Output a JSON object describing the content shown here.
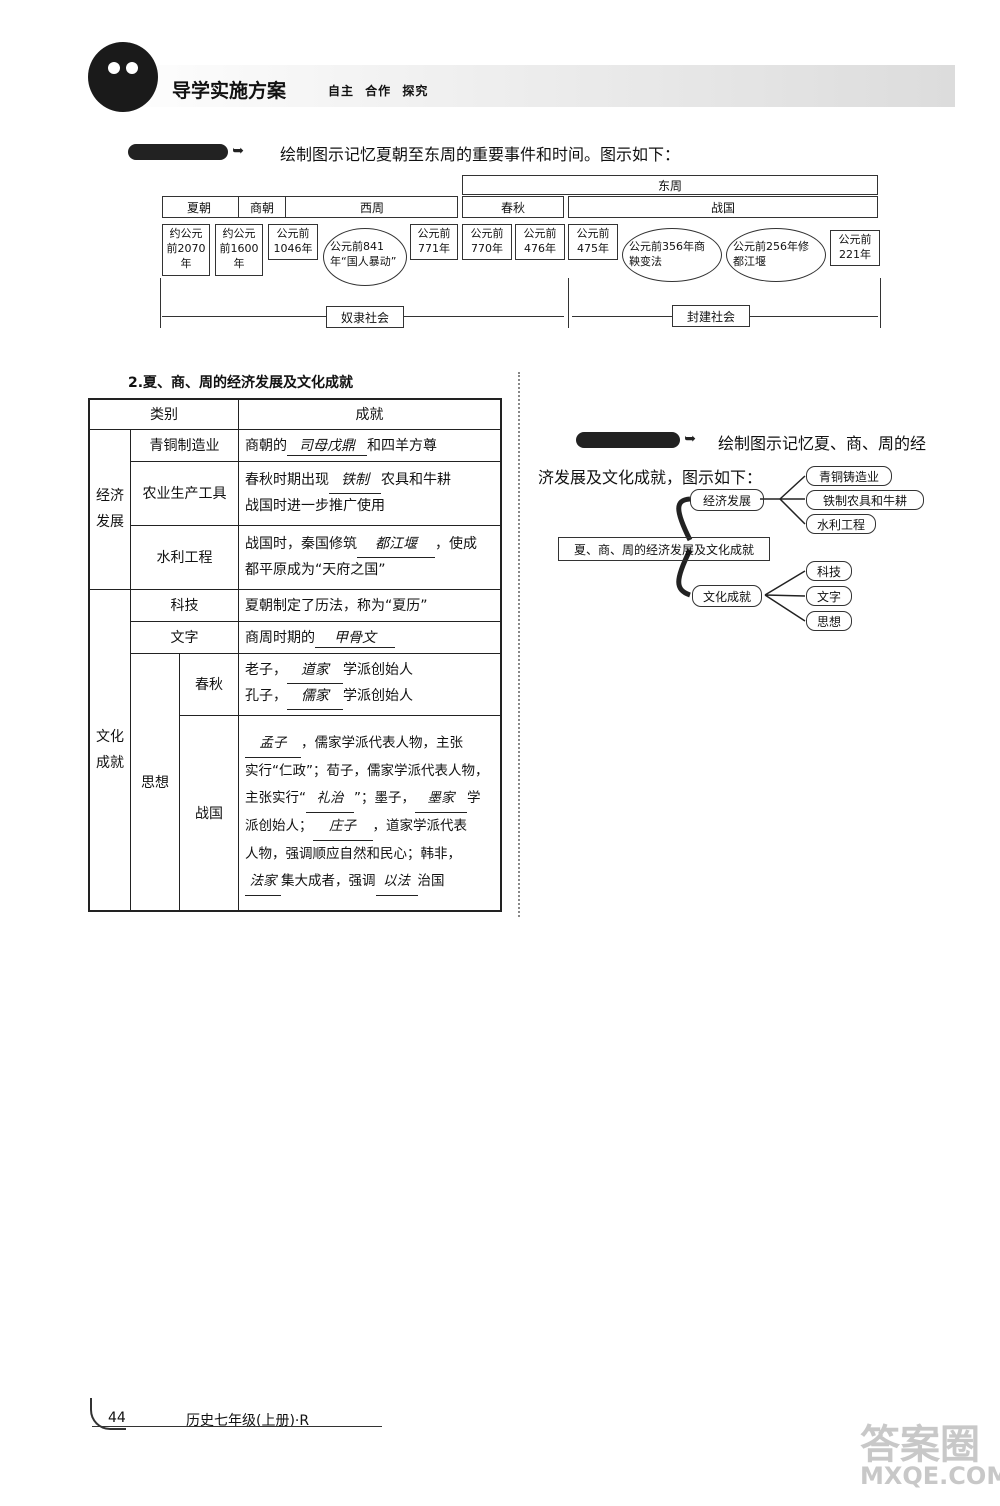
{
  "header": {
    "title": "导学实施方案",
    "subtitle": "自主 合作 探究"
  },
  "section1": {
    "intro": "绘制图示记忆夏朝至东周的重要事件和时间。图示如下：",
    "timeline": {
      "dongzhou": "东周",
      "periods": [
        "夏朝",
        "商朝",
        "西周",
        "春秋",
        "战国"
      ],
      "dates": [
        "约公元前2070年",
        "约公元前1600年",
        "公元前1046年",
        "公元前771年",
        "公元前770年",
        "公元前476年",
        "公元前475年",
        "公元前221年"
      ],
      "events": [
        "公元前841年“国人暴动”",
        "公元前356年商鞅变法",
        "公元前256年修都江堰"
      ],
      "societies": [
        "奴隶社会",
        "封建社会"
      ]
    }
  },
  "section2": {
    "heading": "2.夏、商、周的经济发展及文化成就",
    "table": {
      "col1": "类别",
      "col2": "成就",
      "econ_group": "经济发展",
      "culture_group": "文化成就",
      "rows": {
        "bronze": {
          "label": "青铜制造业",
          "pre": "商朝的",
          "ans": "司母戊鼎",
          "post": "和四羊方尊"
        },
        "agri": {
          "label": "农业生产工具",
          "pre": "春秋时期出现",
          "ans": "铁制",
          "post": "农具和牛耕",
          "line2": "战国时进一步推广使用"
        },
        "water": {
          "label": "水利工程",
          "pre": "战国时，秦国修筑",
          "ans": "都江堰",
          "post": "，使成",
          "line2": "都平原成为“天府之国”"
        },
        "tech": {
          "label": "科技",
          "text": "夏朝制定了历法，称为“夏历”"
        },
        "writing": {
          "label": "文字",
          "pre": "商周时期的",
          "ans": "甲骨文"
        },
        "thought": {
          "label": "思想",
          "spring": {
            "label": "春秋",
            "l1_pre": "老子，",
            "l1_ans": "道家",
            "l1_post": "学派创始人",
            "l2_pre": "孔子，",
            "l2_ans": "儒家",
            "l2_post": "学派创始人"
          },
          "warring": {
            "label": "战国",
            "a1": "孟子",
            "t1": "，儒家学派代表人物，主张",
            "t2": "实行“仁政”；荀子，儒家学派代表人物，",
            "t3": "主张实行“",
            "a2": "礼治",
            "t4": "”；墨子，",
            "a3": "墨家",
            "t5": "学",
            "t6": "派创始人；",
            "a4": "庄子",
            "t7": "，道家学派代表",
            "t8": "人物，强调顺应自然和民心；韩非，",
            "a5": "法家",
            "t9": "集大成者，强调",
            "a6": "以法",
            "t10": "治国"
          }
        }
      }
    }
  },
  "right": {
    "intro_l1": "绘制图示记忆夏、商、周的经",
    "intro_l2": "济发展及文化成就，图示如下：",
    "mindmap": {
      "root": "夏、商、周的经济发展及文化成就",
      "branch1": "经济发展",
      "branch1_leaves": [
        "青铜铸造业",
        "铁制农具和牛耕",
        "水利工程"
      ],
      "branch2": "文化成就",
      "branch2_leaves": [
        "科技",
        "文字",
        "思想"
      ]
    }
  },
  "footer": {
    "page": "44",
    "book": "历史七年级(上册)·R"
  },
  "watermark": {
    "line1": "答案圈",
    "line2": "MXQE.COM"
  }
}
